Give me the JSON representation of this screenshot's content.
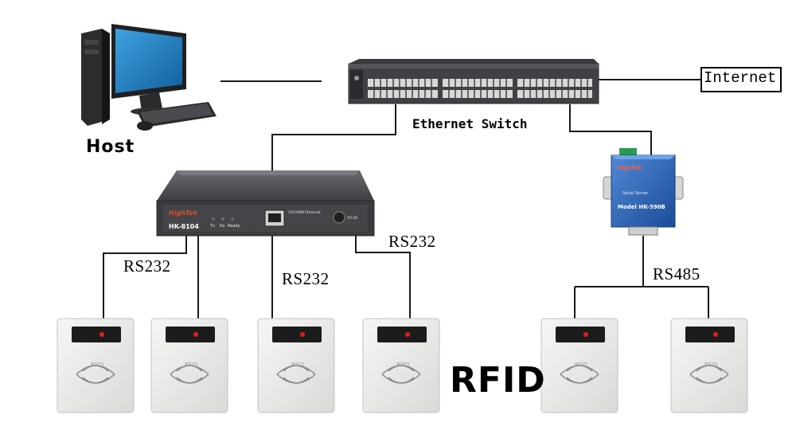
{
  "labels": {
    "host": "Host",
    "ethernet_switch": "Ethernet Switch",
    "internet": "Internet",
    "rs232_left": "RS232",
    "rs232_middle": "RS232",
    "rs232_right": "RS232",
    "rs485": "RS485",
    "rfid": "RFID"
  },
  "devices": {
    "serial_hub": {
      "brand": "HighTek",
      "model": "HK-8104",
      "leds": [
        "Tx",
        "Rx",
        "Ready"
      ],
      "port_label": "10/100M Ethernet",
      "power_label": "5V DC"
    },
    "serial_server": {
      "brand": "HighTek",
      "subtitle": "Serial Server",
      "model": "Model HK-590B"
    },
    "rfid_reader": {
      "logo_text": "RFID"
    }
  },
  "colors": {
    "line": "#1a1a1a",
    "device_dark": "#3a3b3e",
    "reader_body": "#ecedeb",
    "reader_led": "#e0201c",
    "server_blue": "#2f5fa8"
  }
}
